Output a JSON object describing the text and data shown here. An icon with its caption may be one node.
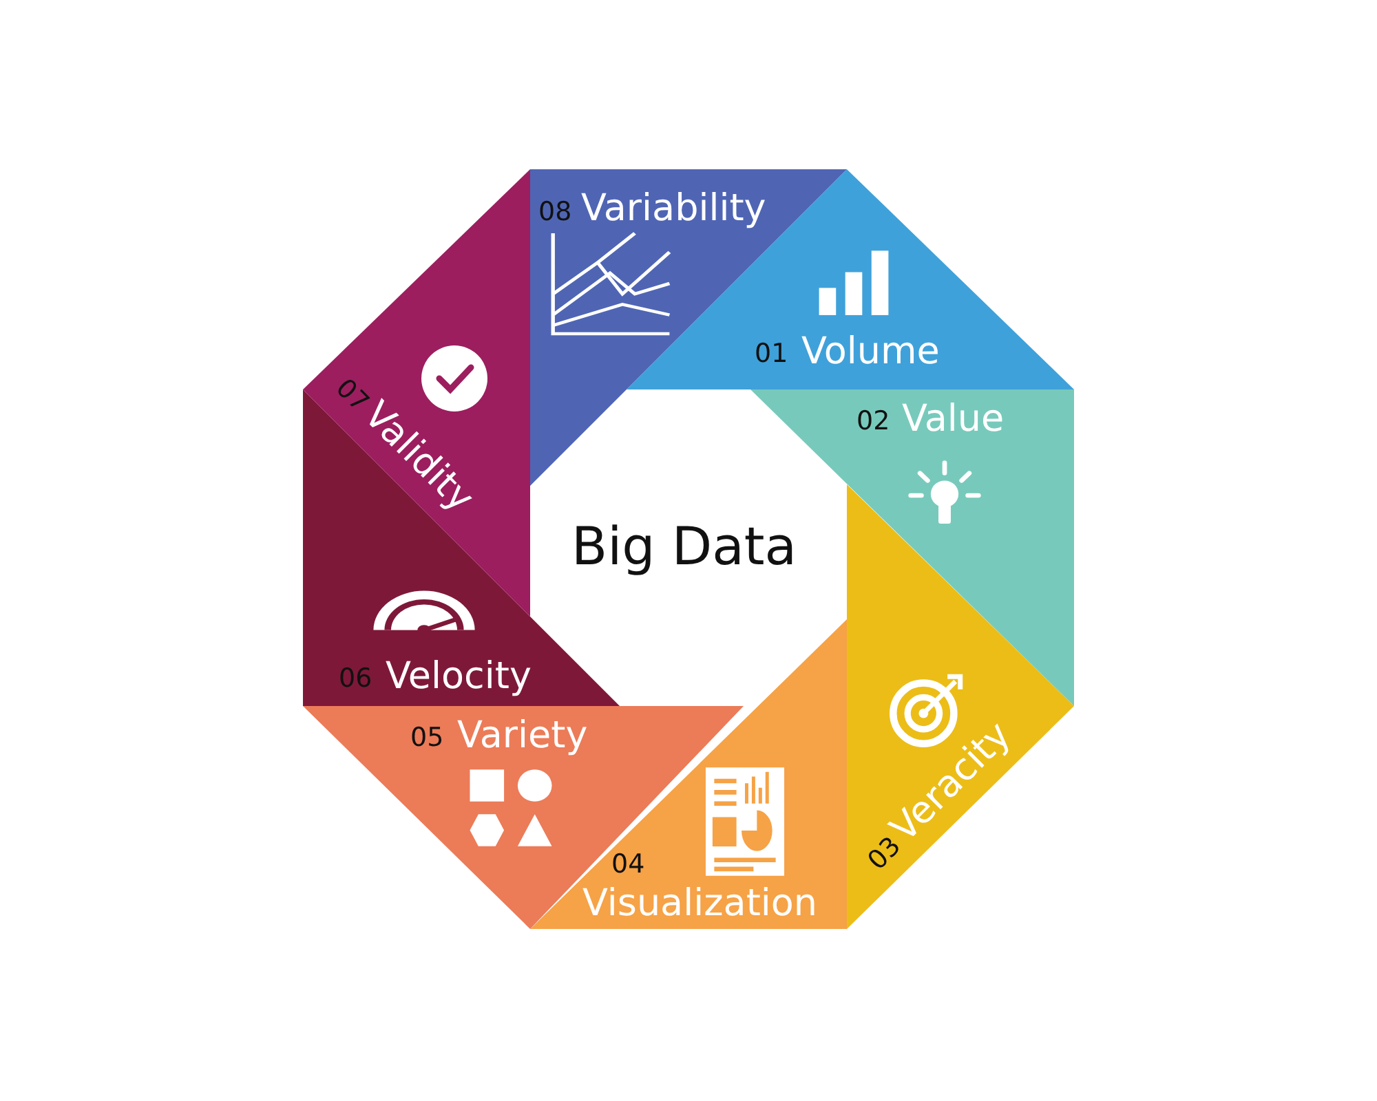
{
  "diagram": {
    "title": "Big Data",
    "nodes": [
      {
        "text": [
          "01",
          "Volume"
        ]
      },
      {
        "text": [
          "02",
          "Value"
        ]
      },
      {
        "text": [
          "03",
          "Veracity"
        ]
      },
      {
        "text": [
          "04",
          "Visualization"
        ]
      },
      {
        "text": [
          "05",
          "Variety"
        ]
      },
      {
        "text": [
          "06",
          "Velocity"
        ]
      },
      {
        "text": [
          "07",
          "Validity"
        ]
      },
      {
        "text": [
          "08",
          "Variability"
        ]
      }
    ]
  }
}
